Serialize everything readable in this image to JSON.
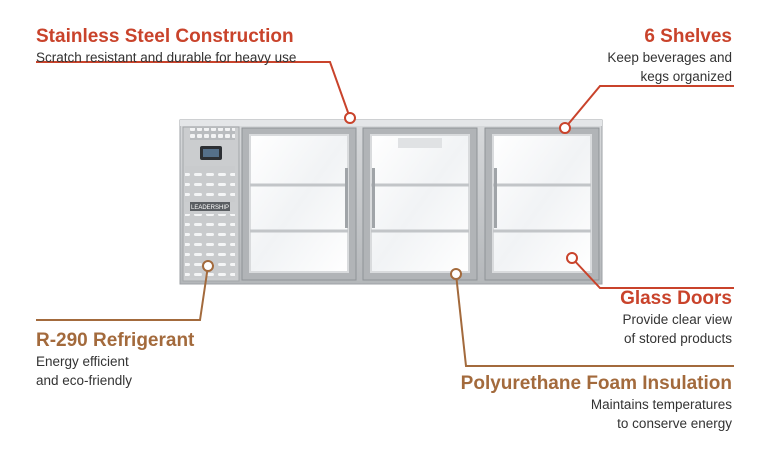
{
  "colors": {
    "accent_red": "#c9432b",
    "accent_brown": "#a36a3c",
    "steel": "#c4c6c8",
    "text": "#333333"
  },
  "cabinet": {
    "display_readout": "",
    "brand_label": "LEADERSHIP"
  },
  "features": {
    "steel": {
      "title": "Stainless Steel Construction",
      "desc": [
        "Scratch resistant and durable for heavy use"
      ]
    },
    "shelves": {
      "title": "6 Shelves",
      "desc": [
        "Keep beverages and",
        "kegs organized"
      ]
    },
    "glass": {
      "title": "Glass Doors",
      "desc": [
        "Provide clear view",
        "of stored products"
      ]
    },
    "refrigerant": {
      "title": "R-290 Refrigerant",
      "desc": [
        "Energy efficient",
        "and eco-friendly"
      ]
    },
    "foam": {
      "title": "Polyurethane Foam Insulation",
      "desc": [
        "Maintains temperatures",
        "to conserve energy"
      ]
    }
  }
}
